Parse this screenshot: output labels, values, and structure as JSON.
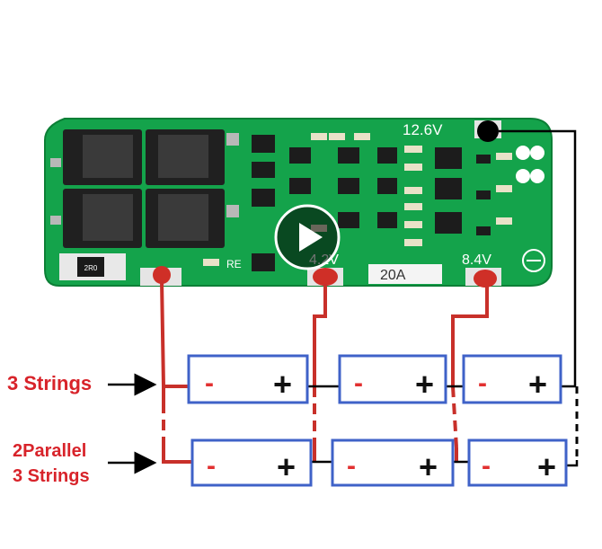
{
  "board": {
    "voltage_top": "12.6V",
    "voltage_mid": "4.2V",
    "voltage_right": "8.4V",
    "current": "20A",
    "marker_re": "RE",
    "component_code": "2R0"
  },
  "labels": {
    "three_strings": "3 Strings",
    "two_parallel": "2Parallel",
    "three_strings_2": "3 Strings"
  },
  "cell_signs": {
    "minus": "-",
    "plus": "+"
  },
  "colors": {
    "pcb": "#12a14a",
    "wire_red": "#c8302a",
    "wire_black": "#000000",
    "cell_border": "#3f62c8",
    "minus": "#e23030",
    "label_red": "#d8232a"
  }
}
